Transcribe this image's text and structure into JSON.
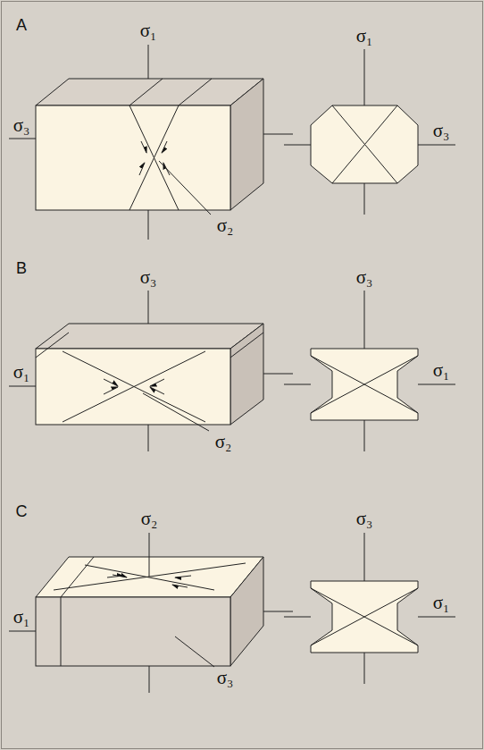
{
  "diagram": {
    "labels": [
      "A",
      "σ₁",
      "σ₃",
      "σ₂",
      "σ₁",
      "σ₃",
      "B",
      "σ₃",
      "σ₁",
      "σ₂",
      "σ₃",
      "σ₁",
      "C",
      "σ₂",
      "σ₁",
      "σ₃",
      "σ₃",
      "σ₁"
    ]
  }
}
